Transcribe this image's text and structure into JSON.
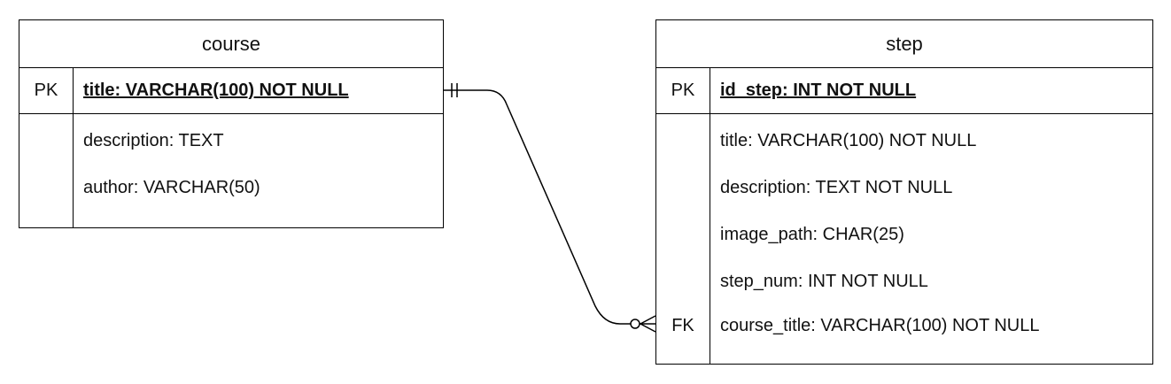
{
  "entities": {
    "course": {
      "name": "course",
      "pk_label": "PK",
      "pk_attr": "title: VARCHAR(100) NOT NULL",
      "attrs": [
        "description: TEXT",
        "author: VARCHAR(50)"
      ]
    },
    "step": {
      "name": "step",
      "pk_label": "PK",
      "pk_attr": "id_step: INT NOT NULL",
      "attrs": [
        "title: VARCHAR(100) NOT NULL",
        "description: TEXT NOT NULL",
        "image_path: CHAR(25)",
        "step_num: INT NOT NULL",
        "course_title: VARCHAR(100) NOT NULL"
      ],
      "fk_label": "FK"
    }
  },
  "relationship": {
    "from": "course.title",
    "to": "step.course_title",
    "from_cardinality": "one-and-only-one",
    "to_cardinality": "zero-or-many"
  }
}
